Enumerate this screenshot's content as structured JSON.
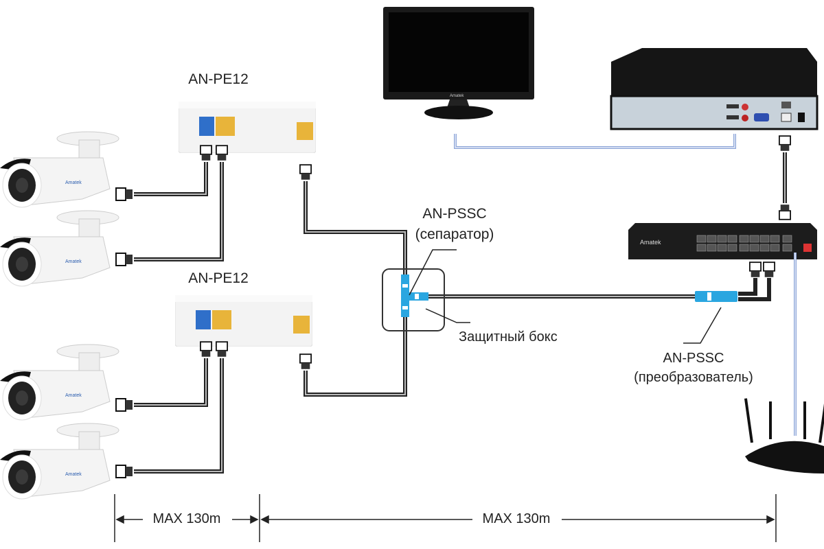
{
  "labels": {
    "pe12_top": "AN-PE12",
    "pe12_bottom": "AN-PE12",
    "separator_model": "AN-PSSC",
    "separator_role": "(сепаратор)",
    "protective_box": "Защитный бокс",
    "converter_model": "AN-PSSC",
    "converter_role": "(преобразователь)",
    "distance_left": "MAX 130m",
    "distance_right": "MAX 130m"
  },
  "brand": "Amatek",
  "colors": {
    "cable": "#222222",
    "video_link": "#8ea6d8",
    "adapter_blue": "#2aa6e0",
    "port_blue": "#2f6fc9",
    "port_yellow": "#e8b43a"
  }
}
